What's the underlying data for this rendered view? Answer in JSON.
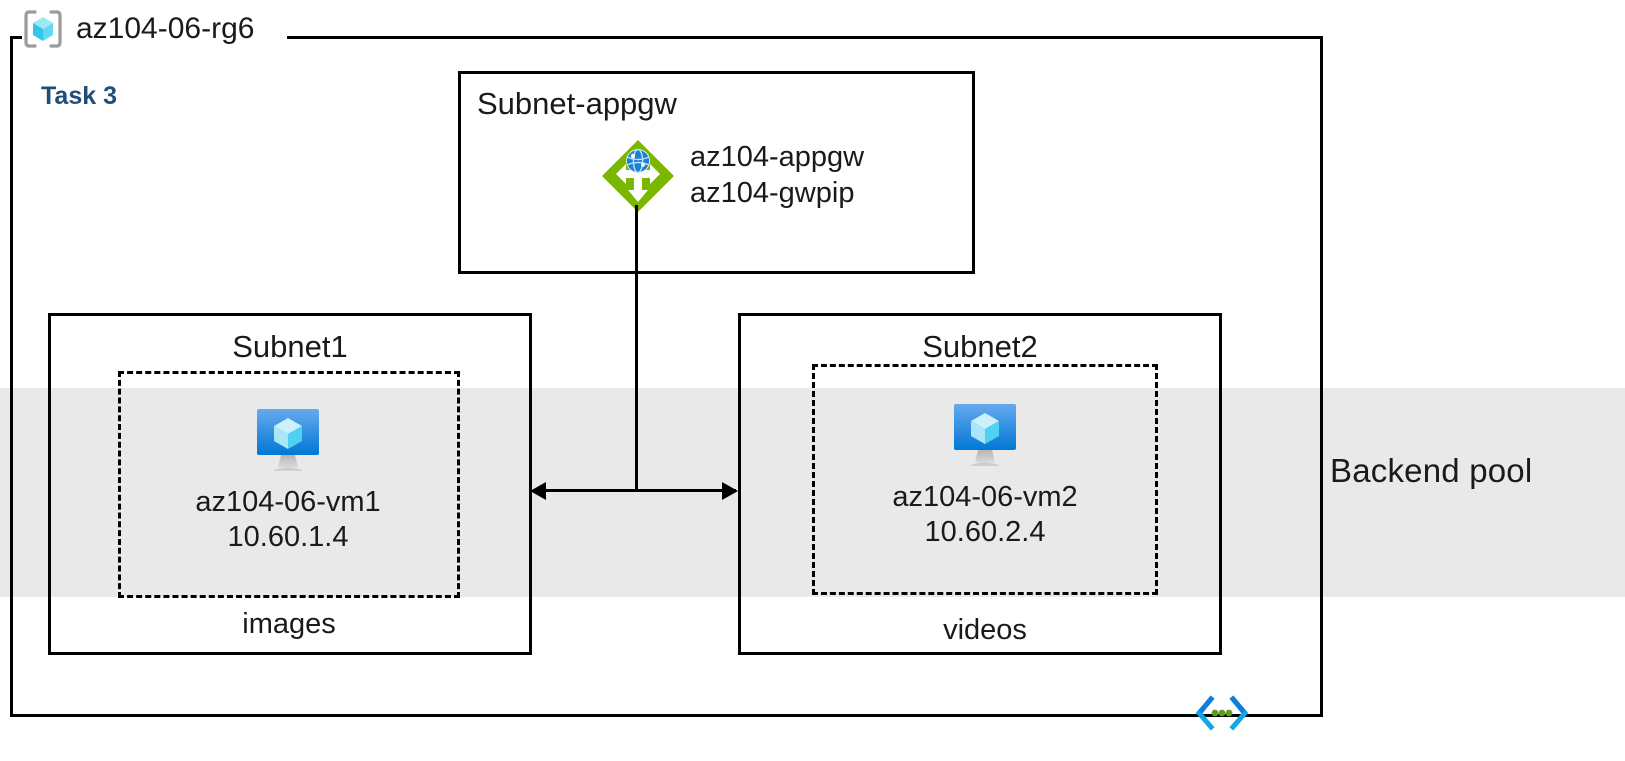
{
  "diagram": {
    "resource_group": {
      "name": "az104-06-rg6",
      "icon": "resource-group-cube-icon"
    },
    "task_label": "Task 3",
    "backend_pool_label": "Backend pool",
    "vnet_icon": "vnet-code-brackets-icon",
    "subnets": [
      {
        "id": "subnet-appgw",
        "title": "Subnet-appgw",
        "resources": [
          {
            "icon": "application-gateway-icon",
            "lines": [
              "az104-appgw",
              "az104-gwpip"
            ]
          }
        ]
      },
      {
        "id": "subnet1",
        "title": "Subnet1",
        "vm": {
          "icon": "virtual-machine-icon",
          "name": "az104-06-vm1",
          "ip": "10.60.1.4"
        },
        "service_label": "images"
      },
      {
        "id": "subnet2",
        "title": "Subnet2",
        "vm": {
          "icon": "virtual-machine-icon",
          "name": "az104-06-vm2",
          "ip": "10.60.2.4"
        },
        "service_label": "videos"
      }
    ],
    "colors": {
      "band": "#e9e9e9",
      "task_text": "#1f4e79",
      "stroke": "#000000",
      "appgw_green": "#7ab800",
      "vm_blue": "#0f7ddb",
      "vnet_cyan": "#12a5e8",
      "vnet_green": "#5e9b23"
    }
  }
}
